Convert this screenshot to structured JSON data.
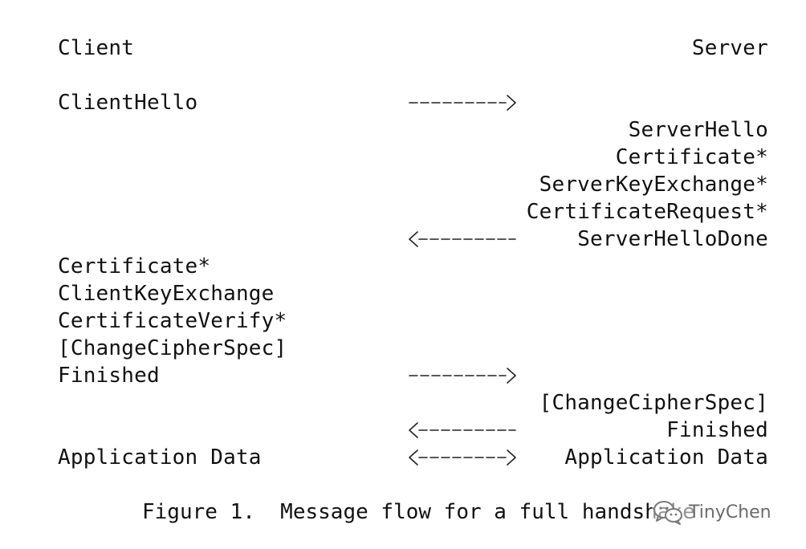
{
  "header": {
    "client": "Client",
    "server": "Server"
  },
  "messages": [
    {
      "left": "ClientHello",
      "right": "",
      "arrow": "right"
    },
    {
      "left": "",
      "right": "ServerHello",
      "arrow": ""
    },
    {
      "left": "",
      "right": "Certificate*",
      "arrow": ""
    },
    {
      "left": "",
      "right": "ServerKeyExchange*",
      "arrow": ""
    },
    {
      "left": "",
      "right": "CertificateRequest*",
      "arrow": ""
    },
    {
      "left": "",
      "right": "ServerHelloDone",
      "arrow": "left"
    },
    {
      "left": "Certificate*",
      "right": "",
      "arrow": ""
    },
    {
      "left": "ClientKeyExchange",
      "right": "",
      "arrow": ""
    },
    {
      "left": "CertificateVerify*",
      "right": "",
      "arrow": ""
    },
    {
      "left": "[ChangeCipherSpec]",
      "right": "",
      "arrow": ""
    },
    {
      "left": "Finished",
      "right": "",
      "arrow": "right"
    },
    {
      "left": "",
      "right": "[ChangeCipherSpec]",
      "arrow": ""
    },
    {
      "left": "",
      "right": "Finished",
      "arrow": "left"
    },
    {
      "left": "Application Data",
      "right": "Application Data",
      "arrow": "both"
    }
  ],
  "caption": "Figure 1.  Message flow for a full handshake",
  "watermark": {
    "icon": "wechat-icon",
    "text": "TinyChen"
  }
}
